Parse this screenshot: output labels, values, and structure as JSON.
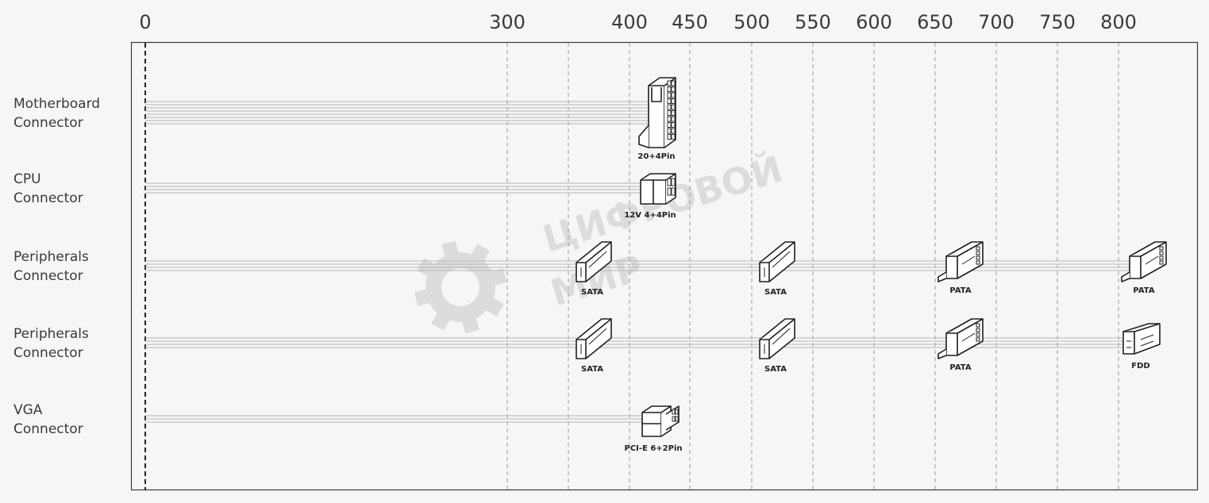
{
  "chart_data": {
    "type": "cable-length-diagram",
    "x_ticks": [
      "0",
      "300",
      "400",
      "450",
      "500",
      "550",
      "600",
      "650",
      "700",
      "750",
      "800"
    ],
    "rows": [
      {
        "label": [
          "Motherboard",
          "Connector"
        ],
        "cable_end": 400,
        "connectors": [
          {
            "x": 400,
            "type": "atx24",
            "label": "20+4Pin"
          }
        ]
      },
      {
        "label": [
          "CPU",
          "Connector"
        ],
        "cable_end": 400,
        "connectors": [
          {
            "x": 400,
            "type": "eps8",
            "label": "12V 4+4Pin"
          }
        ]
      },
      {
        "label": [
          "Peripherals",
          "Connector"
        ],
        "cable_end": 800,
        "connectors": [
          {
            "x": 350,
            "type": "sata",
            "label": "SATA"
          },
          {
            "x": 500,
            "type": "sata",
            "label": "SATA"
          },
          {
            "x": 650,
            "type": "pata",
            "label": "PATA"
          },
          {
            "x": 800,
            "type": "pata",
            "label": "PATA"
          }
        ]
      },
      {
        "label": [
          "Peripherals",
          "Connector"
        ],
        "cable_end": 800,
        "connectors": [
          {
            "x": 350,
            "type": "sata",
            "label": "SATA"
          },
          {
            "x": 500,
            "type": "sata",
            "label": "SATA"
          },
          {
            "x": 650,
            "type": "pata",
            "label": "PATA"
          },
          {
            "x": 800,
            "type": "fdd",
            "label": "FDD"
          }
        ]
      },
      {
        "label": [
          "VGA",
          "Connector"
        ],
        "cable_end": 400,
        "connectors": [
          {
            "x": 400,
            "type": "pcie8",
            "label": "PCI-E 6+2Pin"
          }
        ]
      }
    ]
  },
  "watermark": {
    "line1": "ЦИФРОВОЙ",
    "line2": "МИР",
    "icon": "gear-icon"
  },
  "colors": {
    "background": "#f6f6f6",
    "frame": "#3a3a3a",
    "grid": "#9a9a9a",
    "cable": "#b4b4b4",
    "connector_fill": "#ffffff",
    "connector_stroke": "#1e1e1e",
    "watermark": "#dcdcdc"
  }
}
